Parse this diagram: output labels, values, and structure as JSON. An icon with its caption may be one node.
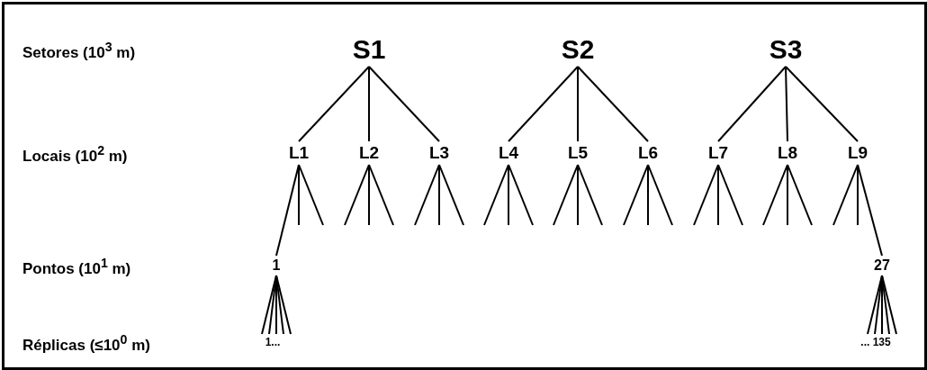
{
  "diagram": {
    "nodes": [
      {
        "text": [
          "S1"
        ]
      },
      {
        "text": [
          "S2"
        ]
      },
      {
        "text": [
          "S3"
        ]
      },
      {
        "text": [
          "L1"
        ]
      },
      {
        "text": [
          "L2"
        ]
      },
      {
        "text": [
          "L3"
        ]
      },
      {
        "text": [
          "L4"
        ]
      },
      {
        "text": [
          "L5"
        ]
      },
      {
        "text": [
          "L6"
        ]
      },
      {
        "text": [
          "L7"
        ]
      },
      {
        "text": [
          "L8"
        ]
      },
      {
        "text": [
          "L9"
        ]
      },
      {
        "text": [
          "1"
        ]
      },
      {
        "text": [
          "27"
        ]
      },
      {
        "text": [
          "1..."
        ]
      },
      {
        "text": [
          "... 135"
        ]
      }
    ],
    "edges": [
      {
        "from": 0,
        "to": 3,
        "arrow": "none"
      },
      {
        "from": 0,
        "to": 4,
        "arrow": "none"
      },
      {
        "from": 0,
        "to": 5,
        "arrow": "none"
      },
      {
        "from": 1,
        "to": 6,
        "arrow": "none"
      },
      {
        "from": 1,
        "to": 7,
        "arrow": "none"
      },
      {
        "from": 1,
        "to": 8,
        "arrow": "none"
      },
      {
        "from": 2,
        "to": 9,
        "arrow": "none"
      },
      {
        "from": 2,
        "to": 10,
        "arrow": "none"
      },
      {
        "from": 2,
        "to": 11,
        "arrow": "none"
      },
      {
        "from": 3,
        "to": 12,
        "arrow": "none"
      },
      {
        "from": 3,
        "to": null,
        "arrow": "none"
      },
      {
        "from": 3,
        "to": null,
        "arrow": "none"
      },
      {
        "from": 4,
        "to": null,
        "arrow": "none"
      },
      {
        "from": 4,
        "to": null,
        "arrow": "none"
      },
      {
        "from": 4,
        "to": null,
        "arrow": "none"
      },
      {
        "from": 5,
        "to": null,
        "arrow": "none"
      },
      {
        "from": 5,
        "to": null,
        "arrow": "none"
      },
      {
        "from": 5,
        "to": null,
        "arrow": "none"
      },
      {
        "from": 6,
        "to": null,
        "arrow": "none"
      },
      {
        "from": 6,
        "to": null,
        "arrow": "none"
      },
      {
        "from": 6,
        "to": null,
        "arrow": "none"
      },
      {
        "from": 7,
        "to": null,
        "arrow": "none"
      },
      {
        "from": 7,
        "to": null,
        "arrow": "none"
      },
      {
        "from": 7,
        "to": null,
        "arrow": "none"
      },
      {
        "from": 8,
        "to": null,
        "arrow": "none"
      },
      {
        "from": 8,
        "to": null,
        "arrow": "none"
      },
      {
        "from": 8,
        "to": null,
        "arrow": "none"
      },
      {
        "from": 9,
        "to": null,
        "arrow": "none"
      },
      {
        "from": 9,
        "to": null,
        "arrow": "none"
      },
      {
        "from": 9,
        "to": null,
        "arrow": "none"
      },
      {
        "from": 10,
        "to": null,
        "arrow": "none"
      },
      {
        "from": 10,
        "to": null,
        "arrow": "none"
      },
      {
        "from": 10,
        "to": null,
        "arrow": "none"
      },
      {
        "from": 11,
        "to": null,
        "arrow": "none"
      },
      {
        "from": 11,
        "to": null,
        "arrow": "none"
      },
      {
        "from": 11,
        "to": 13,
        "arrow": "none"
      },
      {
        "from": 12,
        "to": 14,
        "arrow": "none"
      },
      {
        "from": 12,
        "to": 14,
        "arrow": "none"
      },
      {
        "from": 12,
        "to": 14,
        "arrow": "none"
      },
      {
        "from": 12,
        "to": 14,
        "arrow": "none"
      },
      {
        "from": 12,
        "to": 14,
        "arrow": "none"
      },
      {
        "from": 13,
        "to": 15,
        "arrow": "none"
      },
      {
        "from": 13,
        "to": 15,
        "arrow": "none"
      },
      {
        "from": 13,
        "to": 15,
        "arrow": "none"
      },
      {
        "from": 13,
        "to": 15,
        "arrow": "none"
      },
      {
        "from": 13,
        "to": 15,
        "arrow": "none"
      }
    ],
    "labels": [
      "Setores (10$^{3}$ m)",
      "Locais (10$^{2}$ m)",
      "Pontos (10$^{1}$ m)",
      "Réplicas (≤10$^{0}$ m)"
    ]
  }
}
